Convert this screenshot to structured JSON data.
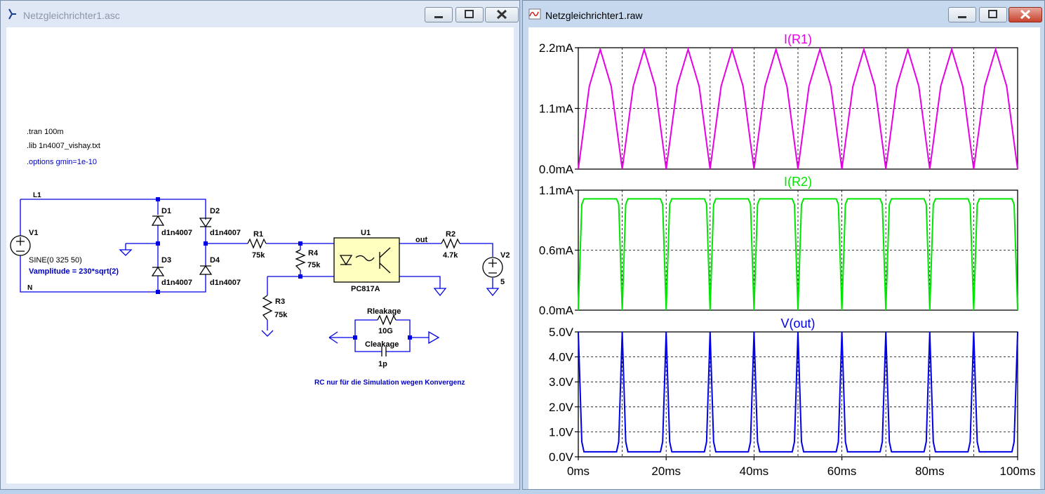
{
  "schematic_window": {
    "title": "Netzgleichrichter1.asc",
    "directives": [
      ".tran 100m",
      ".lib 1n4007_vishay.txt",
      ".options gmin=1e-10"
    ],
    "net_labels": {
      "l1": "L1",
      "n": "N",
      "out": "out"
    },
    "components": {
      "v1": {
        "name": "V1",
        "value": "SINE(0 325 50)",
        "param": "Vamplitude = 230*sqrt(2)"
      },
      "d1": {
        "name": "D1",
        "model": "d1n4007"
      },
      "d2": {
        "name": "D2",
        "model": "d1n4007"
      },
      "d3": {
        "name": "D3",
        "model": "d1n4007"
      },
      "d4": {
        "name": "D4",
        "model": "d1n4007"
      },
      "r1": {
        "name": "R1",
        "value": "75k"
      },
      "r4": {
        "name": "R4",
        "value": "75k"
      },
      "r3": {
        "name": "R3",
        "value": "75k"
      },
      "u1": {
        "name": "U1",
        "model": "PC817A"
      },
      "r2": {
        "name": "R2",
        "value": "4.7k"
      },
      "v2": {
        "name": "V2",
        "value": "5"
      },
      "rleakage": {
        "name": "Rleakage",
        "value": "10G"
      },
      "cleakage": {
        "name": "Cleakage",
        "value": "1p"
      }
    },
    "comment": "RC nur für die Simulation wegen Konvergenz"
  },
  "waveform_window": {
    "title": "Netzgleichrichter1.raw",
    "x_ticks": [
      "0ms",
      "20ms",
      "40ms",
      "60ms",
      "80ms",
      "100ms"
    ]
  },
  "chart_data": [
    {
      "type": "line",
      "title": "I(R1)",
      "color": "#e600e6",
      "ylim": [
        0,
        2.2
      ],
      "y_ticks": [
        "0.0mA",
        "1.1mA",
        "2.2mA"
      ],
      "x": [
        0,
        1,
        2.5,
        5,
        7.5,
        9,
        10,
        11,
        12.5,
        15,
        17.5,
        19,
        20,
        21,
        22.5,
        25,
        27.5,
        29,
        30,
        31,
        32.5,
        35,
        37.5,
        39,
        40,
        41,
        42.5,
        45,
        47.5,
        49,
        50,
        51,
        52.5,
        55,
        57.5,
        59,
        60,
        61,
        62.5,
        65,
        67.5,
        69,
        70,
        71,
        72.5,
        75,
        77.5,
        79,
        80,
        81,
        82.5,
        85,
        87.5,
        89,
        90,
        91,
        92.5,
        95,
        97.5,
        99,
        100
      ],
      "values": [
        0,
        0.6,
        1.5,
        2.17,
        1.5,
        0.6,
        0,
        0.6,
        1.5,
        2.17,
        1.5,
        0.6,
        0,
        0.6,
        1.5,
        2.17,
        1.5,
        0.6,
        0,
        0.6,
        1.5,
        2.17,
        1.5,
        0.6,
        0,
        0.6,
        1.5,
        2.17,
        1.5,
        0.6,
        0,
        0.6,
        1.5,
        2.17,
        1.5,
        0.6,
        0,
        0.6,
        1.5,
        2.17,
        1.5,
        0.6,
        0,
        0.6,
        1.5,
        2.17,
        1.5,
        0.6,
        0,
        0.6,
        1.5,
        2.17,
        1.5,
        0.6,
        0,
        0.6,
        1.5,
        2.17,
        1.5,
        0.6,
        0
      ],
      "xlim": [
        0,
        100
      ],
      "x_unit": "ms",
      "grid": true
    },
    {
      "type": "line",
      "title": "I(R2)",
      "color": "#00e600",
      "ylim": [
        0,
        1.1
      ],
      "y_ticks": [
        "0.0mA",
        "0.6mA",
        "1.1mA"
      ],
      "x": [
        0,
        0.8,
        1.3,
        8.7,
        9.2,
        10,
        10.8,
        11.3,
        18.7,
        19.2,
        20,
        20.8,
        21.3,
        28.7,
        29.2,
        30,
        30.8,
        31.3,
        38.7,
        39.2,
        40,
        40.8,
        41.3,
        48.7,
        49.2,
        50,
        50.8,
        51.3,
        58.7,
        59.2,
        60,
        60.8,
        61.3,
        68.7,
        69.2,
        70,
        70.8,
        71.3,
        78.7,
        79.2,
        80,
        80.8,
        81.3,
        88.7,
        89.2,
        90,
        90.8,
        91.3,
        98.7,
        99.2,
        100
      ],
      "values": [
        0,
        0.97,
        1.02,
        1.02,
        0.97,
        0,
        0.97,
        1.02,
        1.02,
        0.97,
        0,
        0.97,
        1.02,
        1.02,
        0.97,
        0,
        0.97,
        1.02,
        1.02,
        0.97,
        0,
        0.97,
        1.02,
        1.02,
        0.97,
        0,
        0.97,
        1.02,
        1.02,
        0.97,
        0,
        0.97,
        1.02,
        1.02,
        0.97,
        0,
        0.97,
        1.02,
        1.02,
        0.97,
        0,
        0.97,
        1.02,
        1.02,
        0.97,
        0,
        0.97,
        1.02,
        1.02,
        0.97,
        0
      ],
      "xlim": [
        0,
        100
      ],
      "x_unit": "ms",
      "grid": true
    },
    {
      "type": "line",
      "title": "V(out)",
      "color": "#0000e6",
      "ylim": [
        0,
        5
      ],
      "y_ticks": [
        "0.0V",
        "1.0V",
        "2.0V",
        "3.0V",
        "4.0V",
        "5.0V"
      ],
      "x": [
        0,
        0.8,
        1.3,
        8.7,
        9.2,
        10,
        10.8,
        11.3,
        18.7,
        19.2,
        20,
        20.8,
        21.3,
        28.7,
        29.2,
        30,
        30.8,
        31.3,
        38.7,
        39.2,
        40,
        40.8,
        41.3,
        48.7,
        49.2,
        50,
        50.8,
        51.3,
        58.7,
        59.2,
        60,
        60.8,
        61.3,
        68.7,
        69.2,
        70,
        70.8,
        71.3,
        78.7,
        79.2,
        80,
        80.8,
        81.3,
        88.7,
        89.2,
        90,
        90.8,
        91.3,
        98.7,
        99.2,
        100
      ],
      "values": [
        5,
        0.6,
        0.2,
        0.2,
        0.6,
        5,
        0.6,
        0.2,
        0.2,
        0.6,
        5,
        0.6,
        0.2,
        0.2,
        0.6,
        5,
        0.6,
        0.2,
        0.2,
        0.6,
        5,
        0.6,
        0.2,
        0.2,
        0.6,
        5,
        0.6,
        0.2,
        0.2,
        0.6,
        5,
        0.6,
        0.2,
        0.2,
        0.6,
        5,
        0.6,
        0.2,
        0.2,
        0.6,
        5,
        0.6,
        0.2,
        0.2,
        0.6,
        5,
        0.6,
        0.2,
        0.2,
        0.6,
        5
      ],
      "xlim": [
        0,
        100
      ],
      "x_unit": "ms",
      "grid": true
    }
  ]
}
